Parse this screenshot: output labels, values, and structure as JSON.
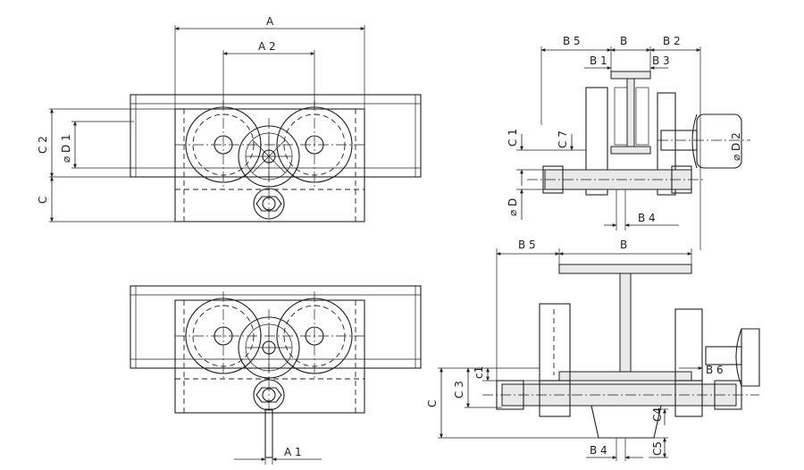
{
  "labels": {
    "A": "A",
    "A2": "A 2",
    "A1": "A 1",
    "C": "C",
    "C2": "C 2",
    "D1": "⌀ D 1",
    "B5": "B 5",
    "B": "B",
    "B2": "B 2",
    "B1": "B 1",
    "B3": "B 3",
    "C1": "C 1",
    "C7": "C 7",
    "D": "⌀ D",
    "D2": "⌀ D 2",
    "B4": "B 4",
    "C3": "C 3",
    "c1": "c1",
    "B6": "B 6",
    "C4": "C4",
    "C5": "C5"
  }
}
